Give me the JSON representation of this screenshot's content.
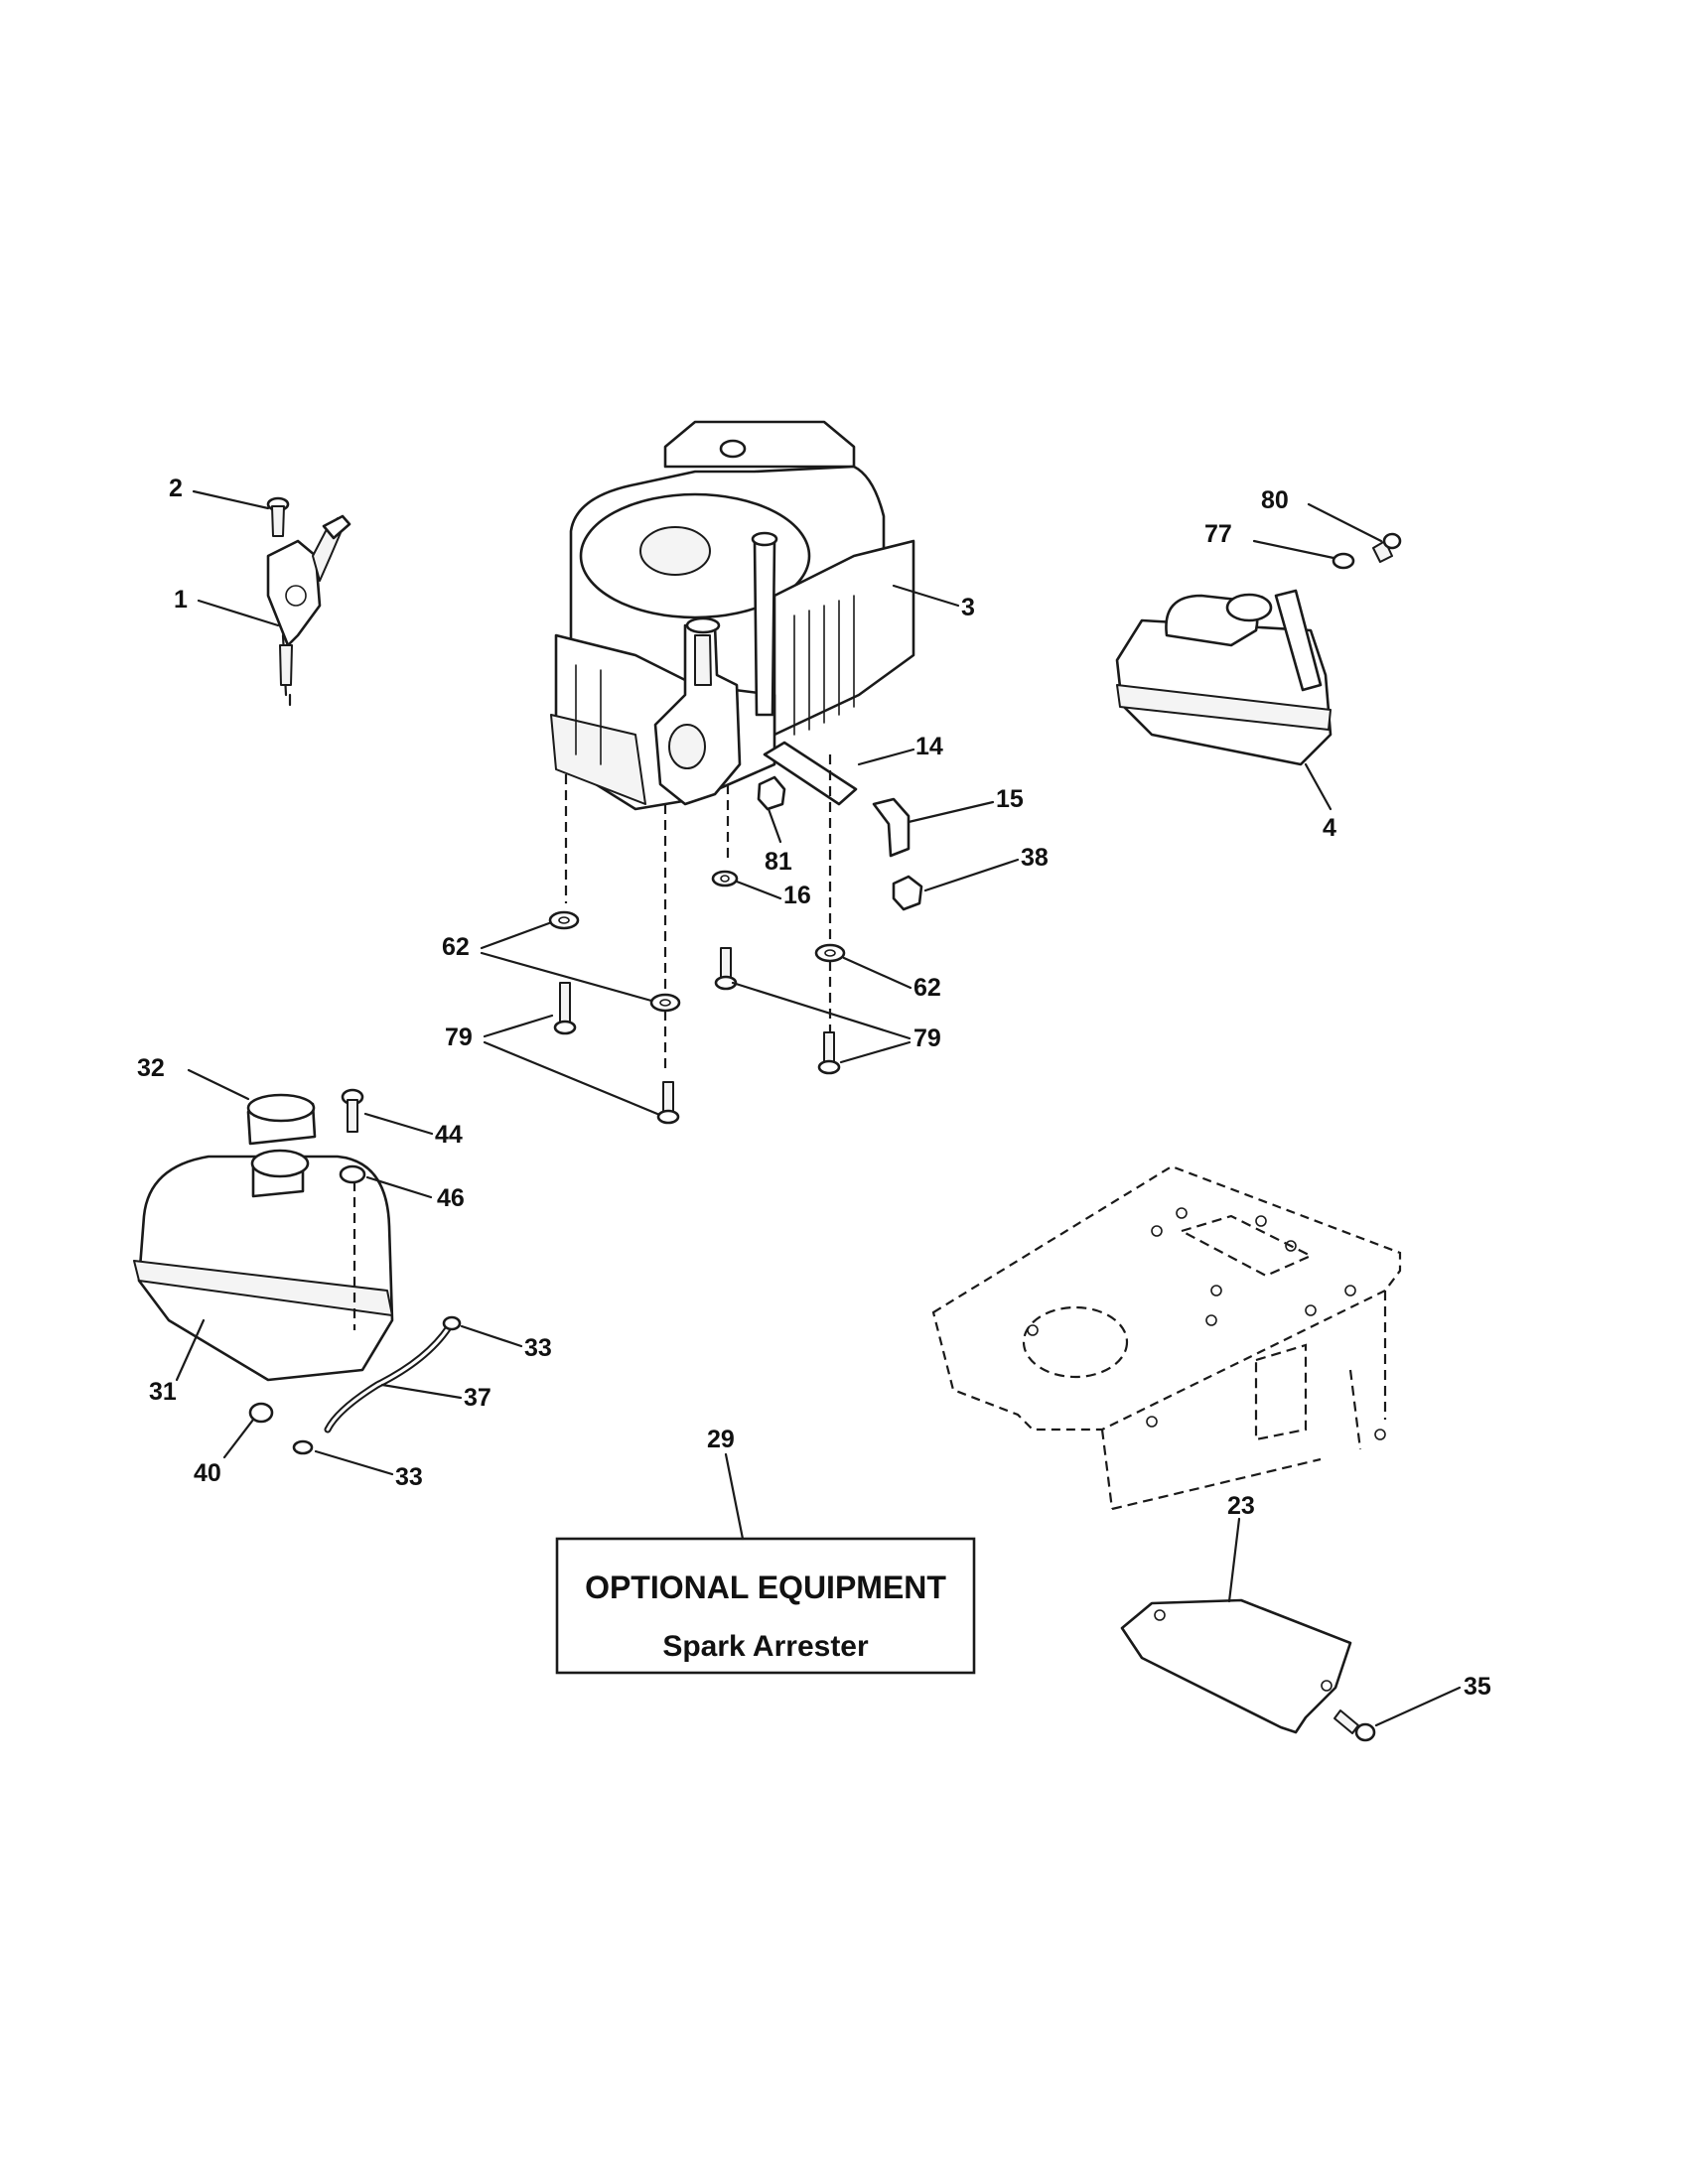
{
  "callouts": {
    "c1": "1",
    "c2": "2",
    "c3": "3",
    "c4": "4",
    "c14": "14",
    "c15": "15",
    "c16": "16",
    "c23": "23",
    "c29": "29",
    "c31": "31",
    "c32": "32",
    "c33a": "33",
    "c33b": "33",
    "c35": "35",
    "c37": "37",
    "c38": "38",
    "c40": "40",
    "c44": "44",
    "c46": "46",
    "c62a": "62",
    "c62b": "62",
    "c77": "77",
    "c79a": "79",
    "c79b": "79",
    "c80": "80",
    "c81": "81"
  },
  "optional_box": {
    "title": "OPTIONAL EQUIPMENT",
    "subtitle": "Spark Arrester"
  }
}
